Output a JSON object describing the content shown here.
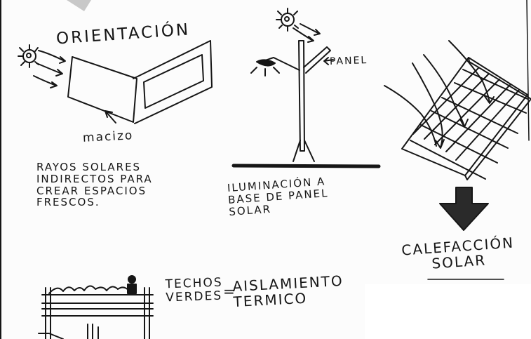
{
  "orientation": {
    "title": "ORIENTACIÓN",
    "block_label": "macizo",
    "note_lines": [
      "RAYOS SOLARES",
      "INDIRECTOS PARA",
      "CREAR ESPACIOS",
      "FRESCOS."
    ]
  },
  "lamp": {
    "panel_label": "PANEL",
    "caption_lines": [
      "ILUMINACIÓN A",
      "BASE DE PANEL",
      "SOLAR"
    ]
  },
  "heating": {
    "caption_lines": [
      "CALEFACCIÓN",
      "SOLAR"
    ]
  },
  "roofs": {
    "left_lines": [
      "TECHOS",
      "VERDES"
    ],
    "right_lines": [
      "AISLAMIENTO",
      "TERMICO"
    ],
    "equals": "="
  },
  "colors": {
    "ink": "#161616",
    "paper": "#fcfcfc",
    "smudge": "#c8c8c8"
  },
  "icons": [
    "sun-icon",
    "arrow-icon",
    "solar-panel-icon",
    "street-lamp-icon",
    "down-arrow-icon",
    "person-icon"
  ]
}
